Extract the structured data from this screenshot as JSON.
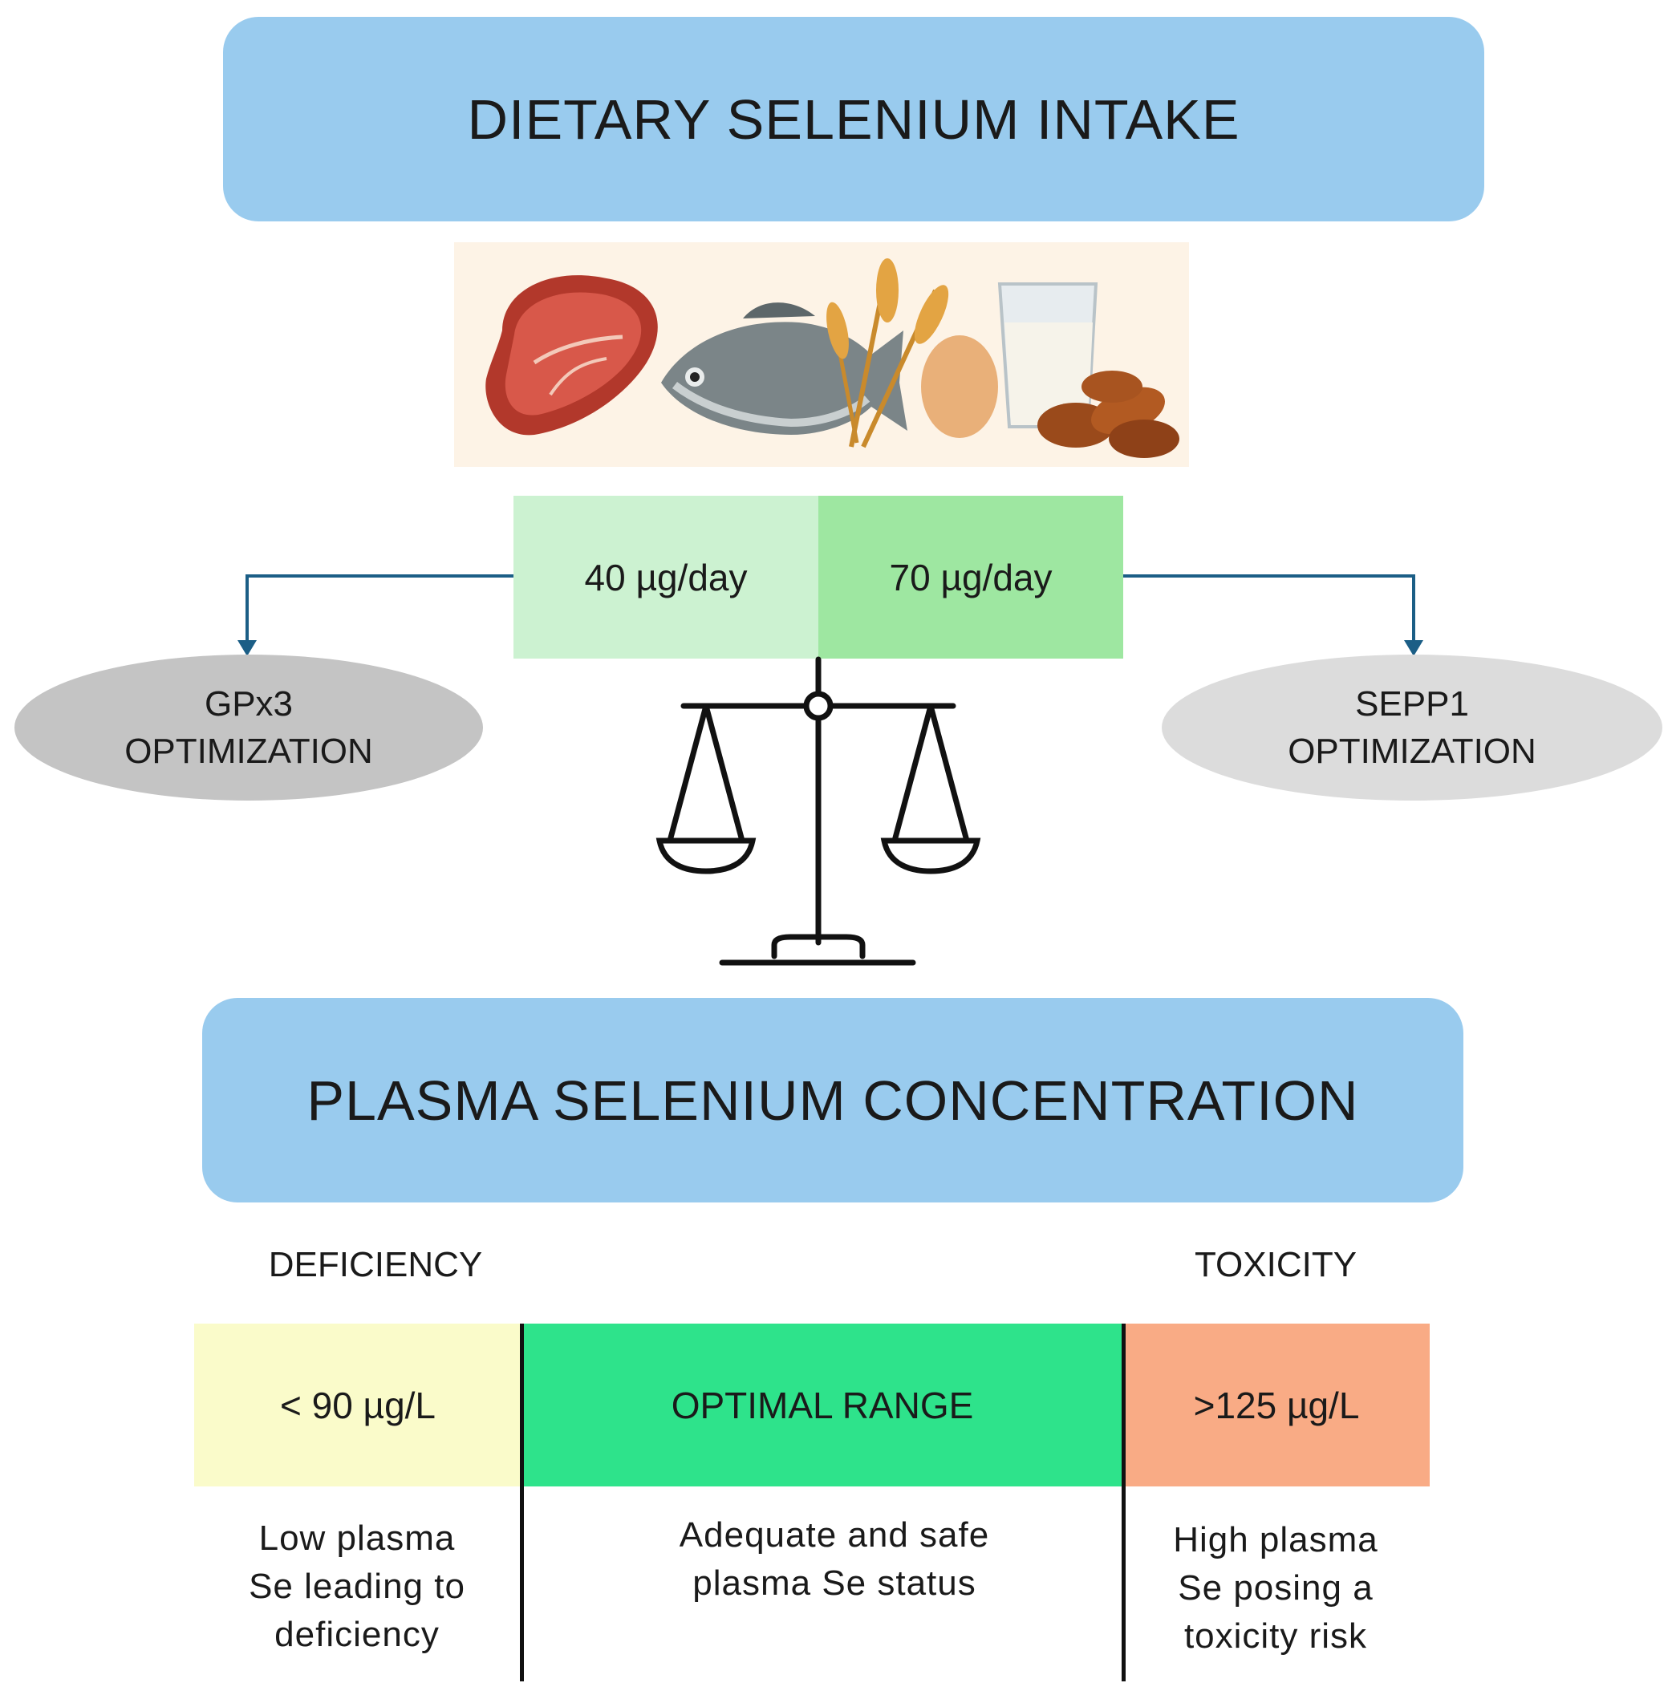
{
  "title": "DIETARY SELENIUM INTAKE",
  "intake": {
    "low": "40 µg/day",
    "high": "70 µg/day"
  },
  "targets": {
    "left": [
      "GPx3",
      "OPTIMIZATION"
    ],
    "right": [
      "SEPP1",
      "OPTIMIZATION"
    ]
  },
  "plasma_title": "PLASMA SELENIUM CONCENTRATION",
  "zones": {
    "deficiency": {
      "heading": "DEFICIENCY",
      "range": "< 90 µg/L",
      "description": [
        "Low plasma",
        "Se leading to",
        "deficiency"
      ]
    },
    "optimal": {
      "range": "OPTIMAL RANGE",
      "description": [
        "Adequate and safe",
        "plasma Se status"
      ]
    },
    "toxicity": {
      "heading": "TOXICITY",
      "range": ">125 µg/L",
      "description": [
        "High plasma",
        "Se posing a",
        "toxicity risk"
      ]
    }
  },
  "icons": [
    "meat-icon",
    "fish-icon",
    "wheat-icon",
    "egg-icon",
    "milk-glass-icon",
    "nuts-icon",
    "balance-scale-icon"
  ],
  "colors": {
    "banner": "#99cbee",
    "intake_low": "#ccf2d1",
    "intake_high": "#9ee7a1",
    "arrow": "#1b5e86",
    "gpx3": "#c4c4c4",
    "sepp1": "#dcdcdc",
    "deficiency": "#fafbca",
    "optimal": "#2ee38b",
    "toxicity": "#f9ab85"
  }
}
